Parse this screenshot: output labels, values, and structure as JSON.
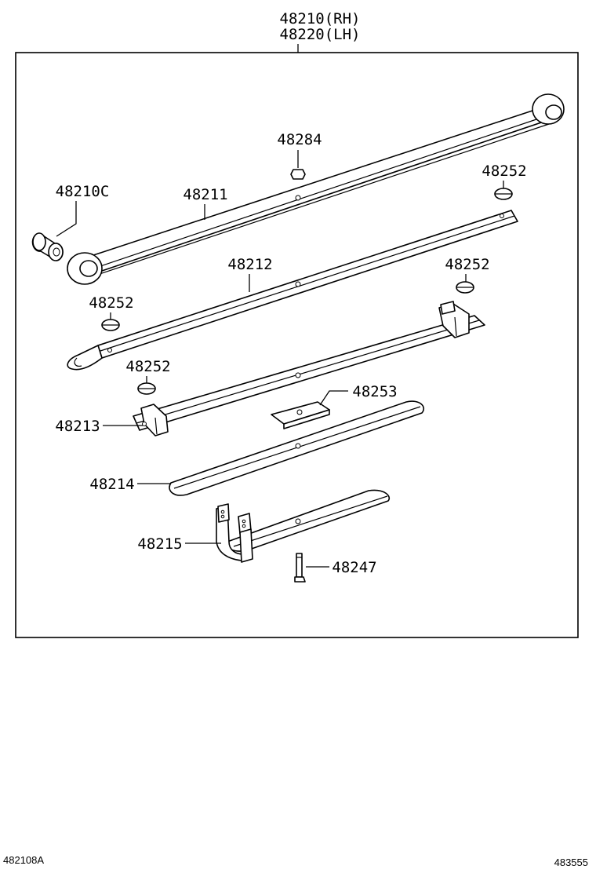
{
  "assembly": {
    "label_rh": "48210(RH)",
    "label_lh": "48220(LH)"
  },
  "parts": {
    "p48284": "48284",
    "p48210c": "48210C",
    "p48211": "48211",
    "p48252_a": "48252",
    "p48212": "48212",
    "p48252_b": "48252",
    "p48252_c": "48252",
    "p48252_d": "48252",
    "p48253": "48253",
    "p48213": "48213",
    "p48214": "48214",
    "p48215": "48215",
    "p48247": "48247"
  },
  "footer": {
    "left_code": "482108A",
    "right_code": "483555"
  }
}
